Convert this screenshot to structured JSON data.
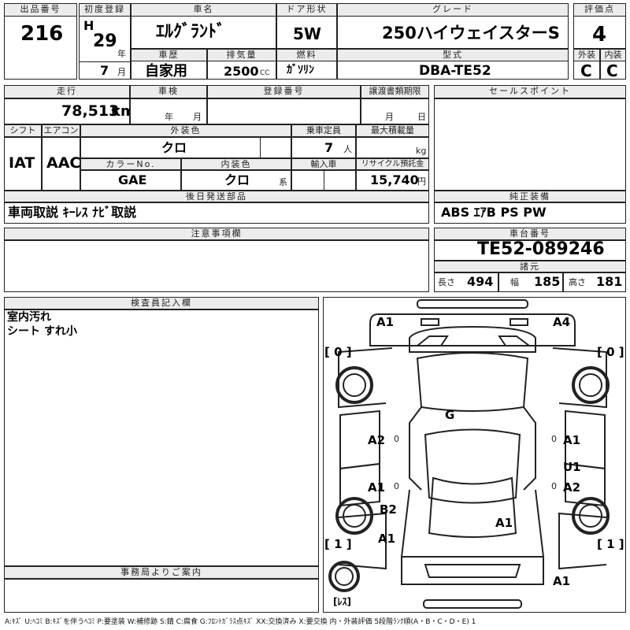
{
  "header": {
    "lot_label": "出品番号",
    "lot_value": "216",
    "first_reg_label": "初度登録",
    "era": "H",
    "year": "29",
    "year_unit": "年",
    "month": "7",
    "month_unit": "月",
    "car_name_label": "車名",
    "car_name": "ｴﾙｸﾞﾗﾝﾄﾞ",
    "history_label": "車歴",
    "history": "自家用",
    "displacement_label": "排気量",
    "displacement": "2500",
    "displacement_unit": "CC",
    "door_label": "ドア形状",
    "door": "5W",
    "fuel_label": "燃料",
    "fuel": "ｶﾞｿﾘﾝ",
    "grade_label": "グレード",
    "grade": "250ハイウェイスターS",
    "model_label": "型式",
    "model": "DBA-TE52",
    "score_label": "評価点",
    "score": "4",
    "exterior_label": "外装",
    "exterior": "C",
    "interior_label": "内装",
    "interior": "C"
  },
  "row2": {
    "mileage_label": "走行",
    "mileage": "78,513",
    "mileage_unit": "km",
    "inspection_label": "車検",
    "insp_year": "年",
    "insp_month": "月",
    "reg_label": "登録番号",
    "transfer_label": "譲渡書類期限",
    "transfer_month": "月",
    "transfer_day": "日",
    "sales_label": "セールスポイント",
    "shift_label": "シフト",
    "shift": "IAT",
    "ac_label": "エアコン",
    "ac": "AAC",
    "color_label": "外装色",
    "color": "クロ",
    "capacity_label": "乗車定員",
    "capacity": "7",
    "capacity_unit": "人",
    "load_label": "最大積載量",
    "load_unit": "kg",
    "colorno_label": "カラーNo.",
    "colorno": "GAE",
    "intcolor_label": "内装色",
    "intcolor": "クロ",
    "intcolor_unit": "系",
    "import_label": "輸入車",
    "recycle_label": "リサイクル預託金",
    "recycle": "15,740",
    "recycle_unit": "円",
    "parts_label": "後日発送部品",
    "parts": "車両取説 ｷｰﾚｽ ﾅﾋﾞ取説",
    "equip_label": "純正装備",
    "equip": "ABS ｴｱB PS PW"
  },
  "row3": {
    "notes_label": "注意事項欄",
    "chassis_label": "車台番号",
    "chassis": "TE52-089246",
    "dims_label": "諸元",
    "length_label": "長さ",
    "length": "494",
    "width_label": "幅",
    "width": "185",
    "height_label": "高さ",
    "height": "181"
  },
  "inspector": {
    "label": "検査員記入欄",
    "line1": "室内汚れ",
    "line2": "シート すれ小",
    "office_label": "事務局よりご案内"
  },
  "diagram": {
    "marks": {
      "front_left": "A1",
      "front_right": "A4",
      "roof": "G",
      "left_front_door": "A2",
      "left_rear_door": "A1",
      "left_rear_panel": "B2",
      "left_rear_lower": "A1",
      "right_front_door": "A1",
      "right_upper": "U1",
      "right_rear_door": "A2",
      "rear_glass": "A1",
      "rear_bumper": "A1",
      "zero": "0"
    },
    "tire_fl": "[ 0 ]",
    "tire_fr": "[ 0 ]",
    "tire_rl": "[ 1 ]",
    "tire_rr": "[ 1 ]",
    "spare": "[ﾚｽ]"
  },
  "legend": "A:ｷｽﾞ U:ﾍｺﾐ B:ｷｽﾞを伴うﾍｺﾐ P:要塗装 W:補修跡 S:錆 C:腐食 G:ﾌﾛﾝﾄｶﾞﾗｽ点ｷｽﾞ XX:交換済み X:要交換  内・外装評価 5段階ﾗﾝｸ順(A・B・C・D・E) 1"
}
